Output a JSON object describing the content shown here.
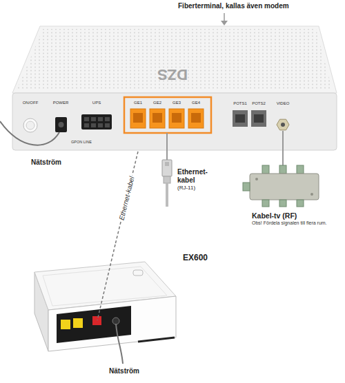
{
  "diagram": {
    "nodes": [
      {
        "text": [
          "DZS"
        ]
      },
      {
        "text": [
          "Ethernet- kabel",
          "(RJ-11)"
        ]
      },
      {
        "text": [
          "Kabel-tv (RF)",
          "Obs! Fördela signalen till flera rum."
        ]
      },
      {
        "text": [
          "EX600"
        ]
      }
    ],
    "edges": [
      {
        "from": 0,
        "to": 3,
        "arrow": "none",
        "label": "Ethernet-kabel"
      },
      {
        "from": 0,
        "to": 1,
        "arrow": "none"
      },
      {
        "from": 0,
        "to": 2,
        "arrow": "none"
      }
    ],
    "labels": [
      "Fiberterminal, kallas även modem",
      "ON/OFF",
      "POWER",
      "UPS",
      "GE1",
      "GE2",
      "GE3",
      "GE4",
      "POTS1",
      "POTS2",
      "VIDEO",
      "GPON LINE",
      "Nätström",
      "Nätström"
    ]
  }
}
